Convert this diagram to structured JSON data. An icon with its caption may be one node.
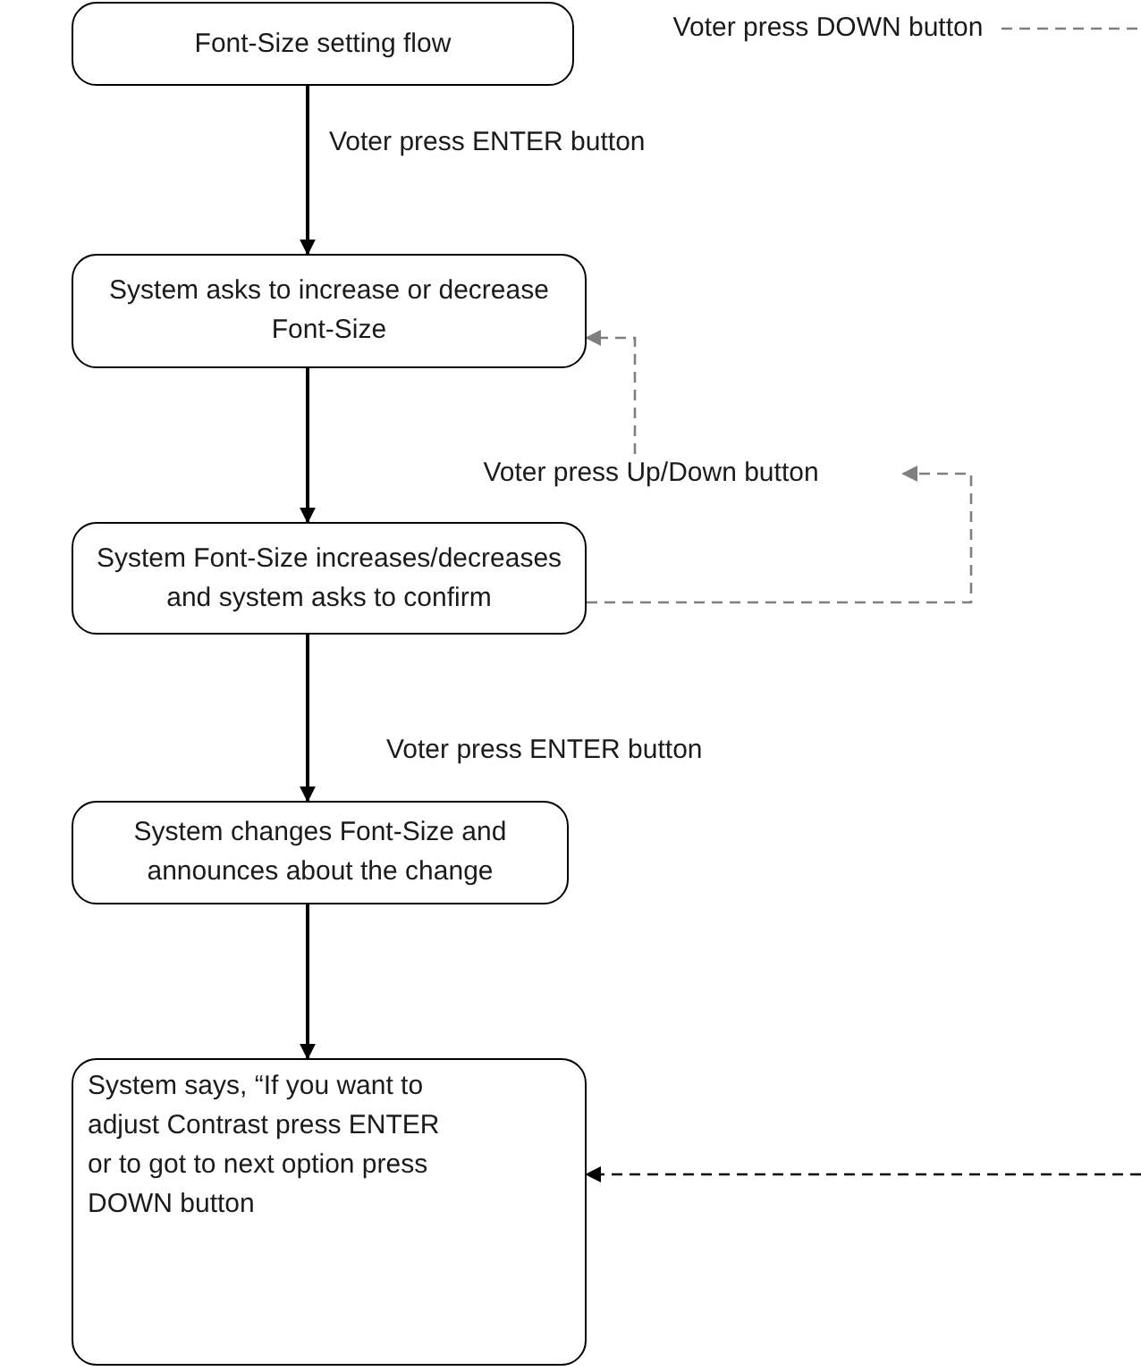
{
  "diagram": {
    "nodes": [
      {
        "text": [
          "Font-Size setting flow"
        ]
      },
      {
        "text": [
          "Voter press DOWN button"
        ]
      },
      {
        "text": [
          "System asks to increase or decrease Font-Size"
        ]
      },
      {
        "text": [
          "Voter press Up/Down button"
        ]
      },
      {
        "text": [
          "System Font-Size increases/decreases and system asks to confirm"
        ]
      },
      {
        "text": [
          "System changes Font-Size and announces about the change"
        ]
      },
      {
        "text": [
          "System says, “If you want to adjust Contrast press ENTER or to got to next option press DOWN button"
        ]
      }
    ],
    "edges": [
      {
        "from": 0,
        "to": 2,
        "arrow": "to",
        "label": "Voter press ENTER button"
      },
      {
        "from": 2,
        "to": 4,
        "arrow": "to"
      },
      {
        "from": 4,
        "to": 3,
        "arrow": "to",
        "style": "dashed",
        "color": "#7f7f7f"
      },
      {
        "from": 3,
        "to": 2,
        "arrow": "to",
        "style": "dashed",
        "color": "#7f7f7f"
      },
      {
        "from": 4,
        "to": 5,
        "arrow": "to",
        "label": "Voter press ENTER button"
      },
      {
        "from": 5,
        "to": 6,
        "arrow": "to"
      },
      {
        "from": 1,
        "to": null,
        "arrow": "none",
        "style": "dashed",
        "color": "#7f7f7f"
      },
      {
        "from": null,
        "to": 6,
        "arrow": "to",
        "style": "dashed"
      }
    ]
  }
}
